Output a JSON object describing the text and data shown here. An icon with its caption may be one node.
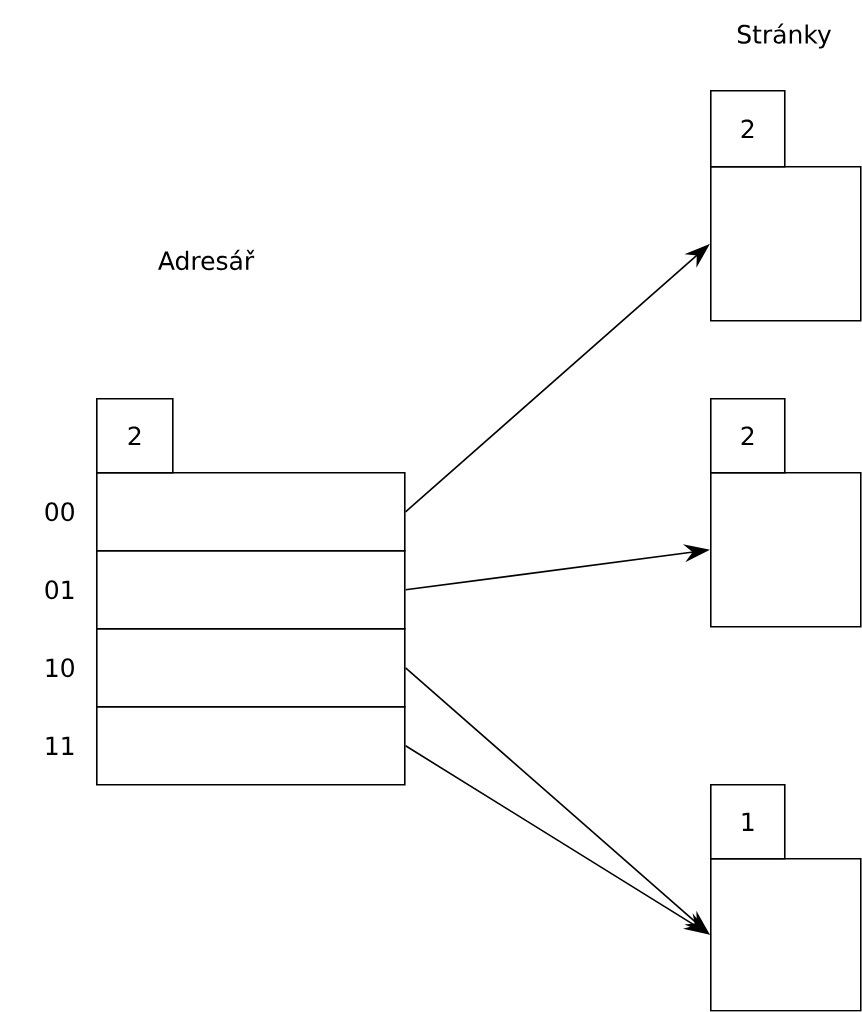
{
  "diagram": {
    "nodes": [
      {
        "text": [
          "2"
        ]
      },
      {
        "text": [],
        "shape": "box",
        "beside": [
          "00"
        ]
      },
      {
        "text": [],
        "shape": "box",
        "beside": [
          "01"
        ]
      },
      {
        "text": [],
        "shape": "box",
        "beside": [
          "10"
        ]
      },
      {
        "text": [],
        "shape": "box",
        "beside": [
          "11"
        ]
      },
      {
        "text": [
          "2"
        ]
      },
      {
        "text": [],
        "shape": "box"
      },
      {
        "text": [
          "2"
        ]
      },
      {
        "text": [],
        "shape": "box"
      },
      {
        "text": [
          "1"
        ]
      },
      {
        "text": [],
        "shape": "box"
      }
    ],
    "edges": [
      {
        "from": 1,
        "to": 6,
        "arrow": "to"
      },
      {
        "from": 2,
        "to": 8,
        "arrow": "to"
      },
      {
        "from": 3,
        "to": 10,
        "arrow": "to"
      },
      {
        "from": 4,
        "to": 10,
        "arrow": "to"
      }
    ],
    "labels": [
      "Adresář",
      "Stránky"
    ]
  }
}
